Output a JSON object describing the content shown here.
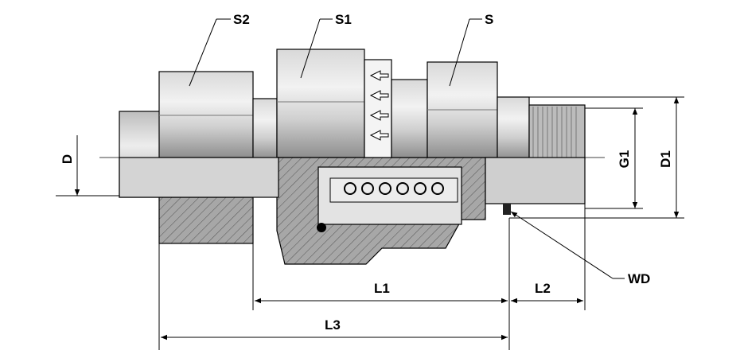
{
  "labels": {
    "s2": "S2",
    "s1": "S1",
    "s": "S",
    "d": "D",
    "g1": "G1",
    "d1": "D1",
    "wd": "WD",
    "l1": "L1",
    "l2": "L2",
    "l3": "L3"
  },
  "colors": {
    "body_light": "#e6e6e6",
    "body_mid": "#c8c8c8",
    "body_dark": "#8c8c8c",
    "section": "#9a9a9a",
    "line": "#000000"
  }
}
